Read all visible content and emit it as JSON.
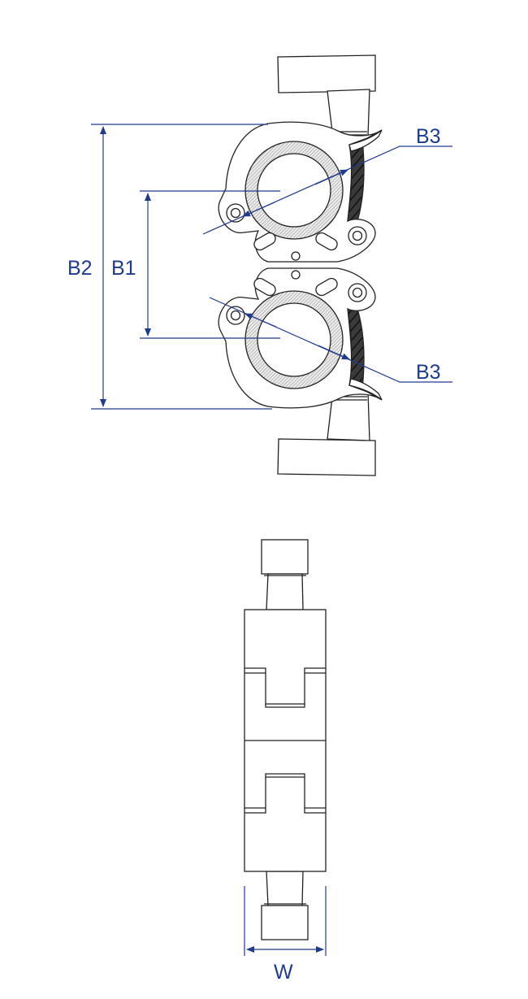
{
  "labels": {
    "b1": "B1",
    "b2": "B2",
    "b3_top": "B3",
    "b3_bottom": "B3",
    "w": "W"
  },
  "colors": {
    "dimension": "#1f3b8f",
    "outline": "#222222",
    "hatch": "#9a9a9a",
    "cable": "#2a2a2a",
    "background": "#ffffff"
  }
}
